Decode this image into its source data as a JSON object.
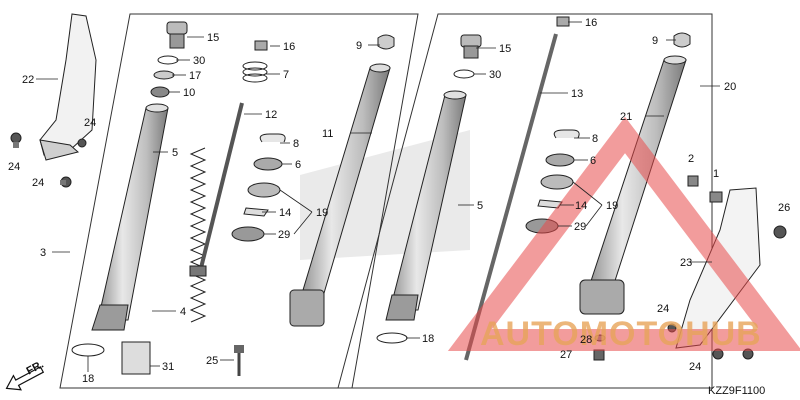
{
  "diagram_code": "KZZ9F1100",
  "direction_label": "FR.",
  "watermark": {
    "text": "AUTOMOTOHUB",
    "color": "#e8a45a",
    "triangle_color": "#e84a4a"
  },
  "colors": {
    "line": "#222222",
    "part_fill": "#d9d9d9",
    "part_dark": "#9a9a9a"
  },
  "callouts": {
    "c1": "1",
    "c2": "2",
    "c3": "3",
    "c4": "4",
    "c5a": "5",
    "c5b": "5",
    "c6a": "6",
    "c6b": "6",
    "c7": "7",
    "c8a": "8",
    "c8b": "8",
    "c9a": "9",
    "c9b": "9",
    "c10": "10",
    "c11": "11",
    "c12": "12",
    "c13": "13",
    "c14a": "14",
    "c14b": "14",
    "c15a": "15",
    "c15b": "15",
    "c16a": "16",
    "c16b": "16",
    "c17": "17",
    "c18a": "18",
    "c18b": "18",
    "c19a": "19",
    "c19b": "19",
    "c20": "20",
    "c21": "21",
    "c22": "22",
    "c23": "23",
    "c24a": "24",
    "c24b": "24",
    "c24c": "24",
    "c24d": "24",
    "c24e": "24",
    "c25": "25",
    "c26": "26",
    "c27": "27",
    "c28": "28",
    "c29a": "29",
    "c29b": "29",
    "c30a": "30",
    "c30b": "30",
    "c31": "31"
  }
}
